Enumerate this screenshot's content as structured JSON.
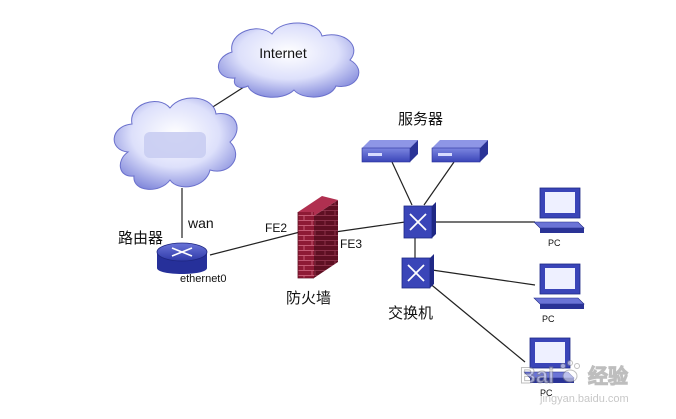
{
  "diagram": {
    "internet_label": "Internet",
    "router_label": "路由器",
    "wan_label": "wan",
    "ethernet_label": "ethernet0",
    "firewall_label": "防火墙",
    "fe2_label": "FE2",
    "fe3_label": "FE3",
    "servers_label": "服务器",
    "switch_label": "交换机",
    "pc_labels": [
      "PC",
      "PC",
      "PC"
    ]
  },
  "watermark": {
    "brand_left": "Bai",
    "brand_right": "经验",
    "url": "jingyan.baidu.com"
  },
  "colors": {
    "cloud_light": "#eef0ff",
    "cloud_dark": "#7c82d8",
    "device_blue": "#3a45b8",
    "firewall_red": "#8e1a35",
    "line": "#222222"
  }
}
